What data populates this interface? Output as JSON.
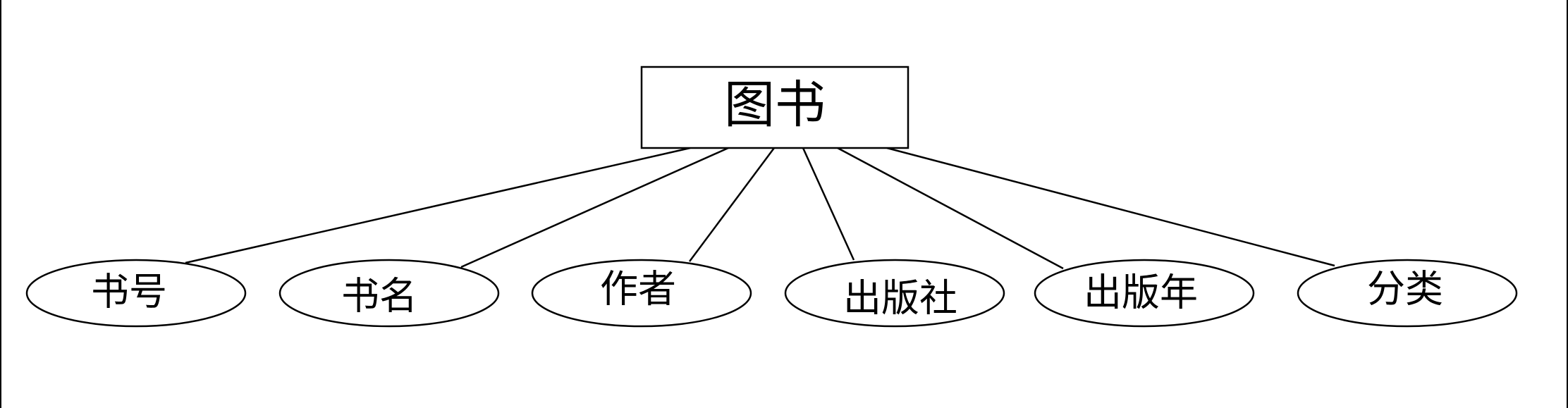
{
  "diagram": {
    "entity": {
      "label": "图书"
    },
    "attributes": [
      {
        "label": "书号"
      },
      {
        "label": "书名"
      },
      {
        "label": "作者"
      },
      {
        "label": "出版社"
      },
      {
        "label": "出版年"
      },
      {
        "label": "分类"
      }
    ],
    "colors": {
      "stroke": "#000000",
      "background": "#ffffff",
      "text": "#000000"
    }
  }
}
